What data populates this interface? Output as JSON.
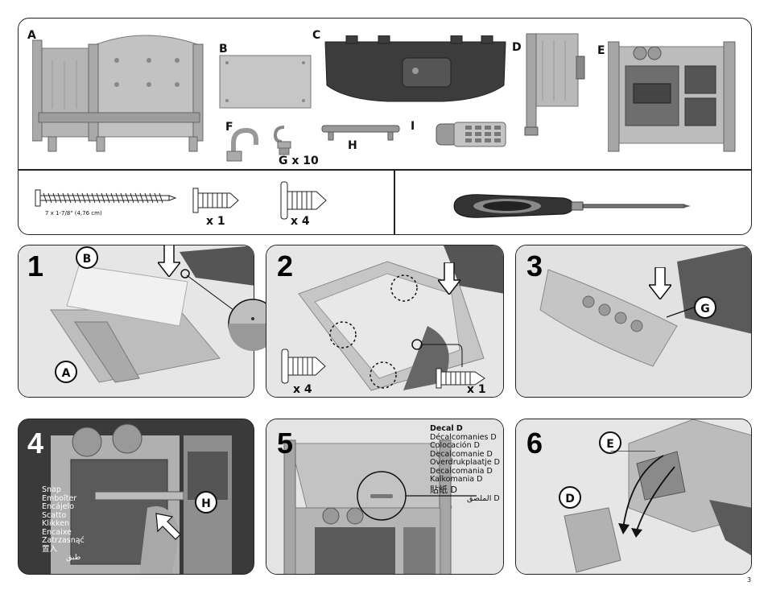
{
  "parts": {
    "a": "A",
    "b": "B",
    "c": "C",
    "d": "D",
    "e": "E",
    "f": "F",
    "g": "G x 10",
    "h": "H",
    "i": "I"
  },
  "hardware": {
    "long_screw_size": "7 x 1-7/8\" (4,76 cm)",
    "short_screw_qty": "x 1",
    "wide_screw_qty": "x 4"
  },
  "steps": {
    "s1": "1",
    "s2": "2",
    "s3": "3",
    "s4": "4",
    "s5": "5",
    "s6": "6"
  },
  "callouts": {
    "step1_b": "B",
    "step1_a": "A",
    "step2_x4": "x 4",
    "step2_x1": "x 1",
    "step3_g": "G",
    "step4_h": "H",
    "step6_e": "E",
    "step6_d": "D"
  },
  "snap_lines": [
    "Snap",
    "Emboîter",
    "Encájelo",
    "Scatto",
    "Klikken",
    "Encaixe",
    "Zatrzasnąć",
    "置入",
    "طبق"
  ],
  "decal_lines": [
    "Decal D",
    "Décalcomanies D",
    "Colocación D",
    "Decalcomanie D",
    "Overdrukplaatje D",
    "Decalcomania D",
    "Kalkomania D",
    "貼紙 D",
    "الملصق D"
  ],
  "page_number": "3",
  "colors": {
    "border": "#222222",
    "plastic": "#b8b8b8",
    "photo_bg": "#d9d9d9"
  }
}
